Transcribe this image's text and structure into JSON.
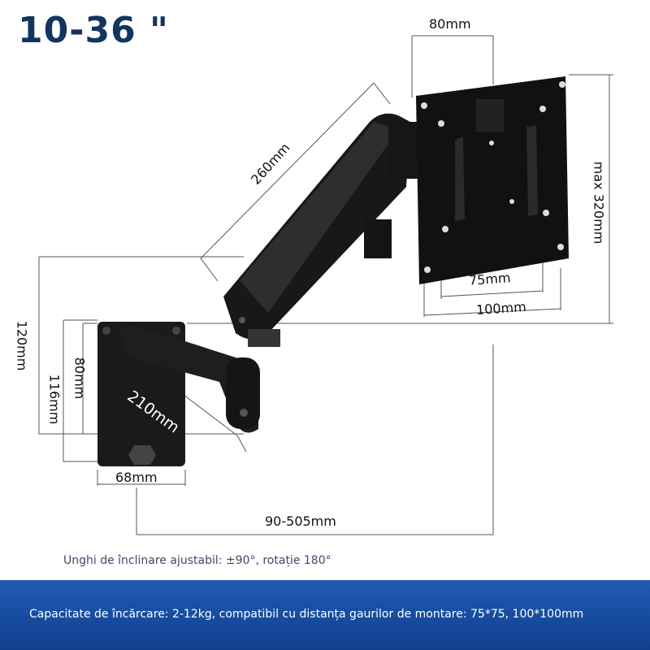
{
  "title": "10-36 \"",
  "dimensions": {
    "vesa_plate_width": "80mm",
    "vesa_plate_height": "max 320mm",
    "vesa_75": "75mm",
    "vesa_100": "100mm",
    "upper_arm": "260mm",
    "lower_arm": "210mm",
    "mount_height_total": "120mm",
    "mount_height_116": "116mm",
    "mount_height_80": "80mm",
    "mount_width": "68mm",
    "extension_range": "90-505mm"
  },
  "tilt_note": "Unghi de înclinare ajustabil: ±90°, rotație 180°",
  "footer_text": "Capacitate de încărcare: 2-12kg, compatibil cu distanța gaurilor de montare: 75*75, 100*100mm",
  "colors": {
    "title": "#13345f",
    "footer": "#1a4fa3",
    "arm": "#1b1b1b"
  }
}
